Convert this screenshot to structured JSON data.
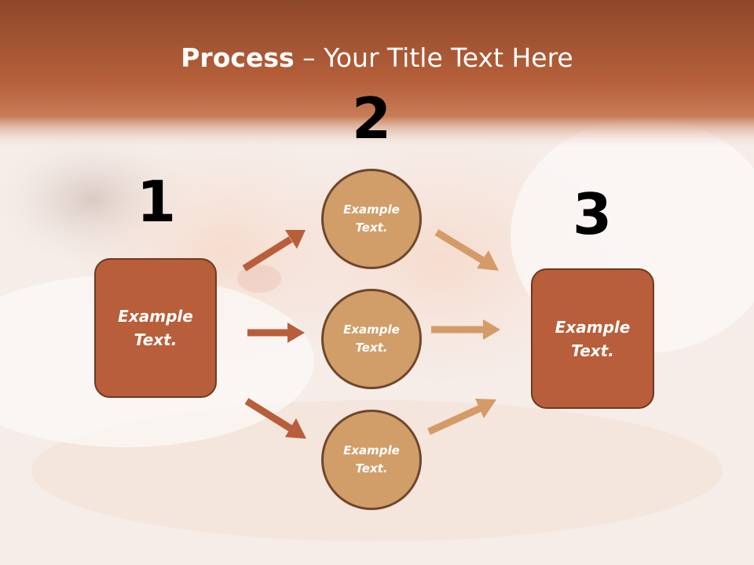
{
  "slide": {
    "title_bold": "Process",
    "title_rest": " – Your Title Text Here",
    "colors": {
      "header_band": "#b25c36",
      "accent_box": "#b85e3a",
      "accent_circle": "#d19e6a",
      "arrow_dark": "#b85e3a",
      "arrow_light": "#d49b68",
      "outline": "#6d3a22"
    },
    "steps": [
      {
        "number": "1",
        "label": "Example Text."
      },
      {
        "number": "2",
        "labels": [
          "Example Text.",
          "Example Text.",
          "Example Text."
        ]
      },
      {
        "number": "3",
        "label": "Example Text."
      }
    ]
  }
}
